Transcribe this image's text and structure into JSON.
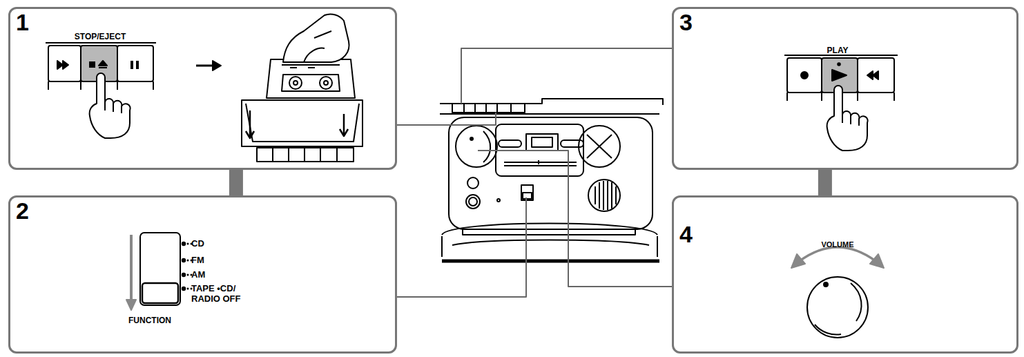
{
  "diagram": {
    "nodes": [
      {
        "text": [
          "1",
          "STOP/EJECT"
        ]
      },
      {
        "text": [
          "2",
          "CD",
          "FM",
          "AM",
          "TAPE •CD/ RADIO OFF",
          "FUNCTION"
        ]
      },
      {
        "text": [
          "3",
          "PLAY"
        ]
      },
      {
        "text": [
          "4",
          "VOLUME"
        ]
      }
    ],
    "edges": [
      {
        "from": 0,
        "to": 1,
        "arrow": "none"
      },
      {
        "from": 2,
        "to": 3,
        "arrow": "none"
      }
    ]
  }
}
